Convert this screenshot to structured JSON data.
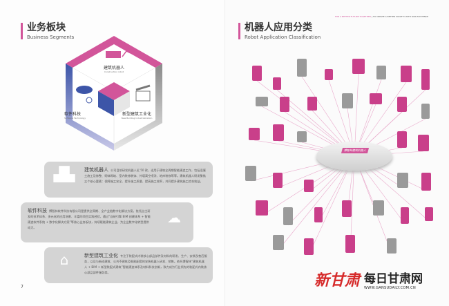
{
  "left": {
    "title": "业务板块",
    "subtitle": "Business Segments",
    "segments": [
      {
        "cn": "建筑机器人",
        "en": "Construction robot"
      },
      {
        "cn": "软件科技",
        "en": "Software Technology"
      },
      {
        "cn": "新型建筑工业化",
        "en": "New Building Industrialization"
      }
    ],
    "cards": [
      {
        "heading": "建筑机器人",
        "body": "公司目前研发机器人近 50 款，适用于建筑全周期智能建造工作，包括混凝土施工及修整、砌体砌筑、室内装修装饰、外墙高空喷涂、地库装修等等。建筑机器人研发聚焦三个核心要素：保障施工安全、提升施工质量、提高施工效率，共同提升建筑施工综合效益。"
      },
      {
        "heading": "软件科技",
        "body": "博智林软件科技有限公司是提供全周期、全产业链数字化解决方案。依托自主研发的技术体系、多元化的应用场景、丰富的项目实践经验，通过“自研引擎 BIM 创建体系 + 智能建造软件系统 + 数字化解决方案”等核心业务板块，持续赋能建筑企业，为企业数字化转型提供动力。"
      },
      {
        "heading": "新型建筑工业化",
        "body": "专注于装配式内装核心部品部件及材料的研发、生产、安装及售后服务，以及与新成建筑、公共不建筑及智能配套的安装机器人研发、销售。依托博智林“建筑机器人 + BIM + 新型装配式建筑”智能建造体系及材料科技创新，致力成为行业领先的装配式内装核心部品部件服务商。"
      }
    ],
    "page_number": "7"
  },
  "right": {
    "header_pink": "FOR A BETTER FUTURE TOGETHER",
    "header_grey": "TO CREATE A BETTER SOCIETY WITH OUR EXISTENCE",
    "title": "机器人应用分类",
    "subtitle": "Robot  Application Classification",
    "center_label": "博智林建筑机器人"
  },
  "watermark": {
    "calligraphy": "新甘肃",
    "name": "每日甘肃网",
    "url": "WWW.GANSUDAILY.COM.CN"
  },
  "colors": {
    "accent": "#d2559a",
    "blue": "#3d55a8",
    "card": "#d4d4d4"
  }
}
